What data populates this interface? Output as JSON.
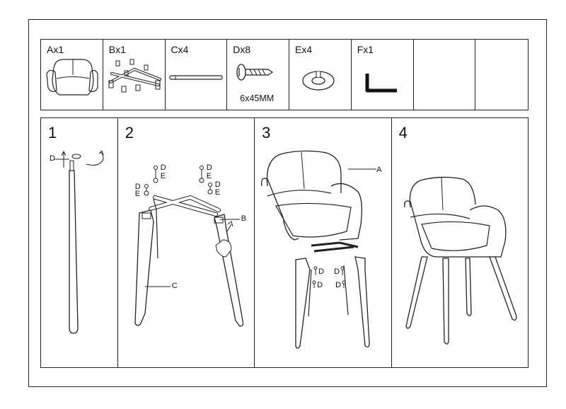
{
  "parts": [
    {
      "label": "Ax1"
    },
    {
      "label": "Bx1"
    },
    {
      "label": "Cx4"
    },
    {
      "label": "Dx8",
      "spec": "6x45MM"
    },
    {
      "label": "Ex4"
    },
    {
      "label": "Fx1"
    },
    {
      "label": ""
    },
    {
      "label": ""
    }
  ],
  "steps": [
    {
      "number": "1",
      "callouts": {
        "d": "D"
      }
    },
    {
      "number": "2",
      "callouts": {
        "d1": "D",
        "e1": "E",
        "d2": "D",
        "e2": "E",
        "d3": "D",
        "e3": "E",
        "d4": "D",
        "e4": "E",
        "b": "B",
        "c": "C"
      }
    },
    {
      "number": "3",
      "callouts": {
        "a": "A",
        "d1": "D",
        "d2": "D",
        "d3": "D",
        "d4": "D"
      }
    },
    {
      "number": "4"
    }
  ]
}
